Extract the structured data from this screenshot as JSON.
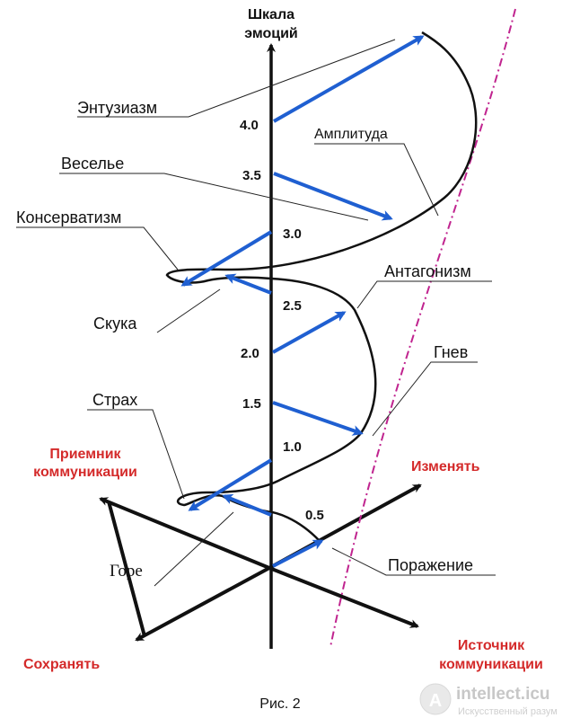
{
  "axis_title": {
    "line1": "Шкала",
    "line2": "эмоций"
  },
  "scale_ticks": [
    "4.0",
    "3.5",
    "3.0",
    "2.5",
    "2.0",
    "1.5",
    "1.0",
    "0.5"
  ],
  "emotions": {
    "enthusiasm": "Энтузиазм",
    "amplitude": "Амплитуда",
    "joy": "Веселье",
    "conservatism": "Консерватизм",
    "antagonism": "Антагонизм",
    "boredom": "Скука",
    "anger": "Гнев",
    "fear": "Страх",
    "grief": "Горе",
    "defeat": "Поражение"
  },
  "directions": {
    "receiver_line1": "Приемник",
    "receiver_line2": "коммуникации",
    "change": "Изменять",
    "preserve": "Сохранять",
    "source_line1": "Источник",
    "source_line2": "коммуникации"
  },
  "caption": "Рис. 2",
  "watermark": {
    "brand": "intellect.icu",
    "tagline": "Искусственный разум"
  },
  "colors": {
    "vector": "#1f5fd1",
    "direction_text": "#d42a2a",
    "dashdot": "#c0248f",
    "axis": "#111111"
  }
}
